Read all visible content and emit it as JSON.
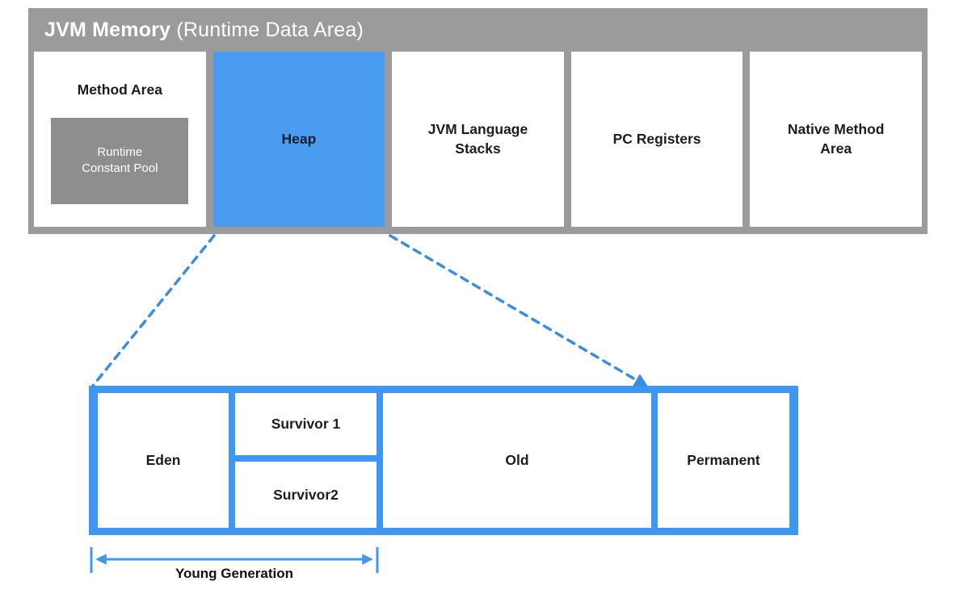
{
  "header": {
    "title_bold": "JVM Memory",
    "title_rest": " (Runtime Data Area)"
  },
  "top_row": {
    "method_area": {
      "label": "Method Area",
      "pool_label": "Runtime\nConstant Pool"
    },
    "heap": {
      "label": "Heap"
    },
    "stacks": {
      "label": "JVM Language\nStacks"
    },
    "pc": {
      "label": "PC Registers"
    },
    "native": {
      "label": "Native Method\nArea"
    }
  },
  "heap_detail": {
    "eden": "Eden",
    "survivor1": "Survivor 1",
    "survivor2": "Survivor2",
    "old": "Old",
    "permanent": "Permanent",
    "young_generation_label": "Young Generation"
  },
  "colors": {
    "gray_container": "#9b9b9b",
    "gray_pool": "#8e8e8e",
    "heap_blue": "#4a9cf0",
    "detail_blue": "#3e97f2",
    "dashed_blue": "#3a8ee2",
    "arrow_blue": "#3f97f0",
    "text_dark": "#1d1d1f",
    "heap_text": "#14202e"
  }
}
